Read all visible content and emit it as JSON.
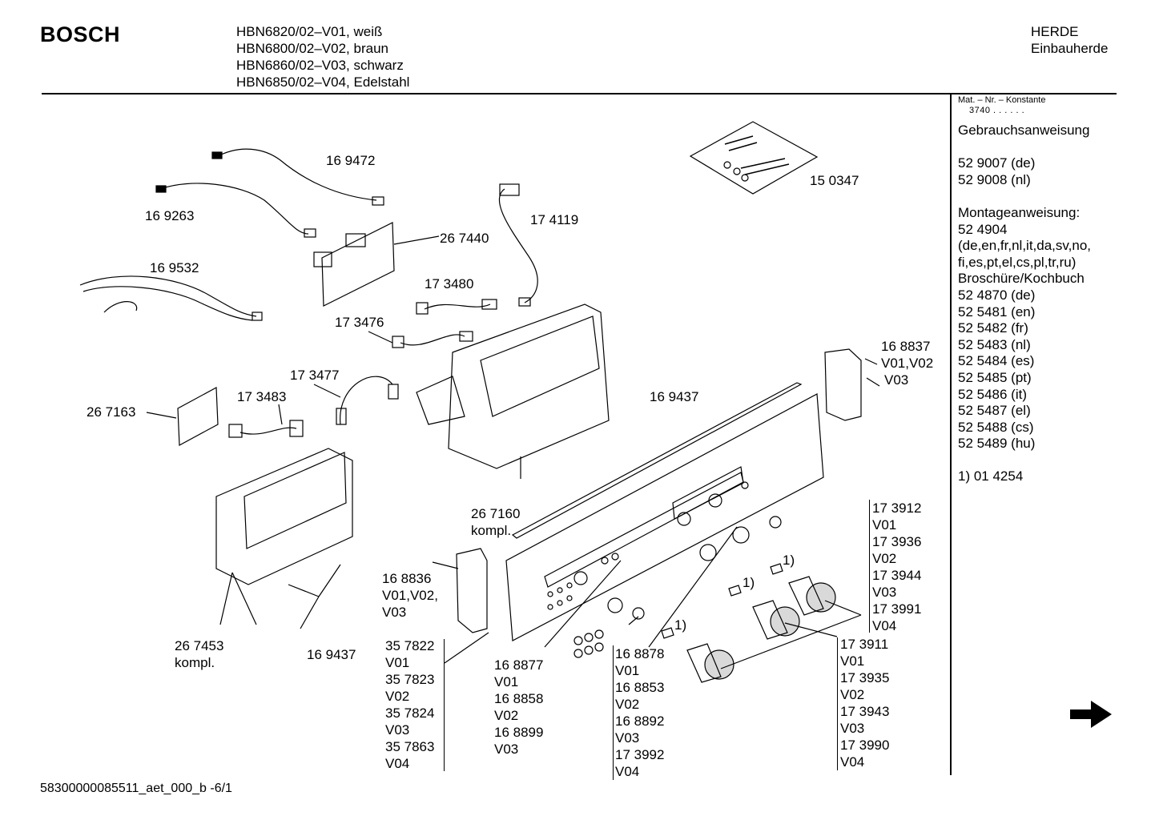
{
  "brand": "BOSCH",
  "models": [
    "HBN6820/02–V01, weiß",
    "HBN6800/02–V02, braun",
    "HBN6860/02–V03, schwarz",
    "HBN6850/02–V04, Edelstahl"
  ],
  "category": [
    "HERDE",
    "Einbauherde"
  ],
  "sidebar": {
    "mat_label": "Mat. – Nr. – Konstante",
    "mat_value": "3740 .  .   .  .  .  .",
    "lines": [
      "Gebrauchsanweisung",
      "",
      "52 9007 (de)",
      "52 9008 (nl)",
      "",
      "Montageanweisung:",
      "52 4904",
      "(de,en,fr,nl,it,da,sv,no,",
      "fi,es,pt,el,cs,pl,tr,ru)",
      "Broschüre/Kochbuch",
      "52 4870 (de)",
      "52 5481 (en)",
      "52 5482 (fr)",
      "52 5483 (nl)",
      "52 5484 (es)",
      "52 5485 (pt)",
      "52 5486 (it)",
      "52 5487 (el)",
      "52 5488 (cs)",
      "52 5489 (hu)",
      "",
      "1) 01 4254"
    ]
  },
  "labels": {
    "p169472": "16 9472",
    "p169263": "16 9263",
    "p169532": "16 9532",
    "p267440": "26 7440",
    "p174119": "17 4119",
    "p150347": "15 0347",
    "p173480": "17 3480",
    "p173476": "17 3476",
    "p173477": "17 3477",
    "p173483": "17 3483",
    "p267163": "26 7163",
    "p169437a": "16 9437",
    "p168837": [
      "16 8837",
      "V01,V02",
      "V03"
    ],
    "p267160": [
      "26 7160",
      "kompl."
    ],
    "p168836": [
      "16 8836",
      "V01,V02,",
      "V03"
    ],
    "p267453": [
      "26 7453",
      "kompl."
    ],
    "p169437b": "16 9437",
    "fn1a": "1)",
    "fn1b": "1)",
    "fn1c": "1)"
  },
  "groups": {
    "g357822": [
      "35 7822",
      "V01",
      "35 7823",
      "V02",
      "35 7824",
      "V03",
      "35 7863",
      "V04"
    ],
    "g168877": [
      "16 8877",
      "V01",
      "16 8858",
      "V02",
      "16 8899",
      "V03"
    ],
    "g168878": [
      "16 8878",
      "V01",
      "16 8853",
      "V02",
      "16 8892",
      "V03",
      "17 3992",
      "V04"
    ],
    "g173912": [
      "17 3912",
      "V01",
      "17 3936",
      "V02",
      "17 3944",
      "V03",
      "17 3991",
      "V04"
    ],
    "g173911": [
      "17 3911",
      "V01",
      "17 3935",
      "V02",
      "17 3943",
      "V03",
      "17 3990",
      "V04"
    ]
  },
  "footer": "58300000085511_aet_000_b  -6/1",
  "icons": {
    "next_page": "arrow-right-icon"
  }
}
